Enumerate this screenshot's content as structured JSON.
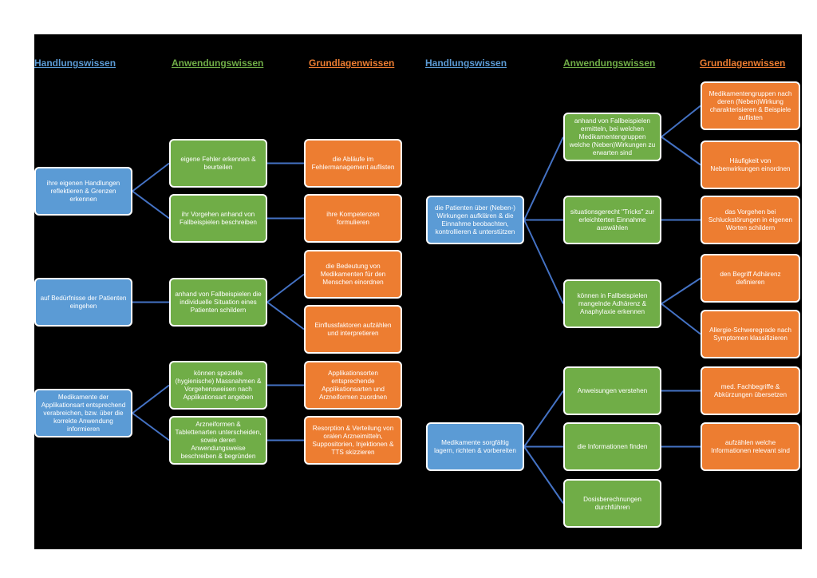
{
  "colors": {
    "blue": "#5b9bd5",
    "green": "#70ad47",
    "orange": "#ed7d31",
    "line": "#4472c4",
    "background": "#000000"
  },
  "headers": {
    "left": {
      "handlungswissen": "Handlungswissen",
      "anwendungswissen": "Anwendungswissen",
      "grundlagenwissen": "Grundlagenwissen"
    },
    "right": {
      "handlungswissen": "Handlungswissen",
      "anwendungswissen": "Anwendungswissen",
      "grundlagenwissen": "Grundlagenwissen"
    }
  },
  "left": {
    "handlung": [
      "ihre eigenen Handlungen reflektieren & Grenzen erkennen",
      "auf Bedürfnisse der Patienten eingehen",
      "Medikamente der Applikationsart entsprechend verabreichen, bzw. über die korrekte Anwendung informieren"
    ],
    "anwendung": [
      "eigene Fehler erkennen & beurteilen",
      "ihr Vorgehen anhand von Fallbeispielen beschreiben",
      "anhand von Fallbeispielen die individuelle Situation eines Patienten schildern",
      "können spezielle (hygienische) Massnahmen & Vorgehensweisen nach Applikationsart angeben",
      "Arzneiformen & Tablettenarten unterscheiden, sowie deren Anwendungsweise beschreiben & begründen"
    ],
    "grundlagen": [
      "die Abläufe im Fehlermanagement auflisten",
      "ihre Kompetenzen formulieren",
      "die Bedeutung von Medikamenten für den Menschen einordnen",
      "Einflussfaktoren aufzählen und interpretieren",
      "Applikationsorten entsprechende Applikationsarten und Arzneiformen zuordnen",
      "Resorption & Verteilung von oralen Arzneimitteln, Suppositorien, Injektionen & TTS skizzieren"
    ]
  },
  "right": {
    "handlung": [
      "die Patienten über (Neben-) Wirkungen aufklären & die Einnahme beobachten, kontrollieren & unterstützen",
      "Medikamente sorgfältig lagern, richten & vorbereiten"
    ],
    "anwendung": [
      "anhand von Fallbeispielen ermitteln, bei welchen Medikamentengruppen welche (Neben)Wirkungen zu erwarten sind",
      "situationsgerecht \"Tricks\" zur erleichterten Einnahme auswählen",
      "können in Fallbeispielen mangelnde Adhärenz & Anaphylaxie erkennen",
      "Anweisungen verstehen",
      "die Informationen finden",
      "Dosisberechnungen durchführen"
    ],
    "grundlagen": [
      "Medikamentengruppen nach deren (Neben)Wirkung charakterisieren & Beispiele auflisten",
      "Häufigkeit von Nebenwirkungen einordnen",
      "das Vorgehen bei Schluckstörungen in eigenen Worten schildern",
      "den Begriff Adhärenz definieren",
      "Allergie-Schweregrade nach Symptomen klassifizieren",
      "med. Fachbegriffe & Abkürzungen übersetzen",
      "aufzählen welche Informationen relevant sind"
    ]
  }
}
